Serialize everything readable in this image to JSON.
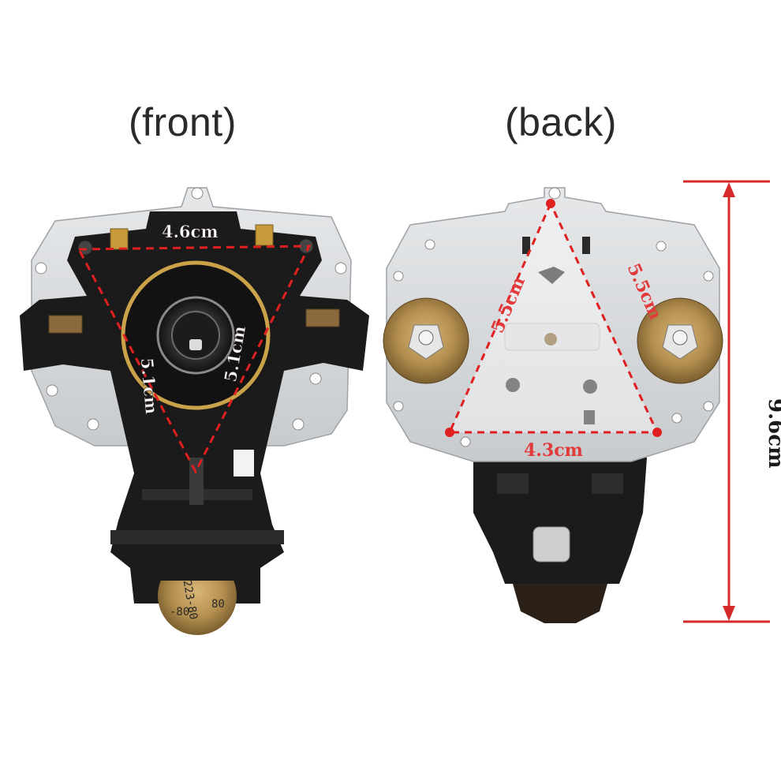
{
  "labels": {
    "front": "(front)",
    "back": "(back)"
  },
  "front_dimensions": {
    "top_width": "4.6cm",
    "left_side": "5.1cm",
    "right_side": "5.1cm"
  },
  "back_dimensions": {
    "left_side": "5.5cm",
    "right_side": "5.5cm",
    "bottom_width": "4.3cm"
  },
  "overall_height": "9.6cm",
  "rating_marking": {
    "line1": "80",
    "line2": "223-80",
    "line3": "-80"
  },
  "colors": {
    "dimension_line": "#e02020",
    "height_line": "#d42a2a",
    "plastic": "#1b1b1b",
    "metal_plate": "#d9dbdd",
    "brass_disc": "#b8955a"
  }
}
